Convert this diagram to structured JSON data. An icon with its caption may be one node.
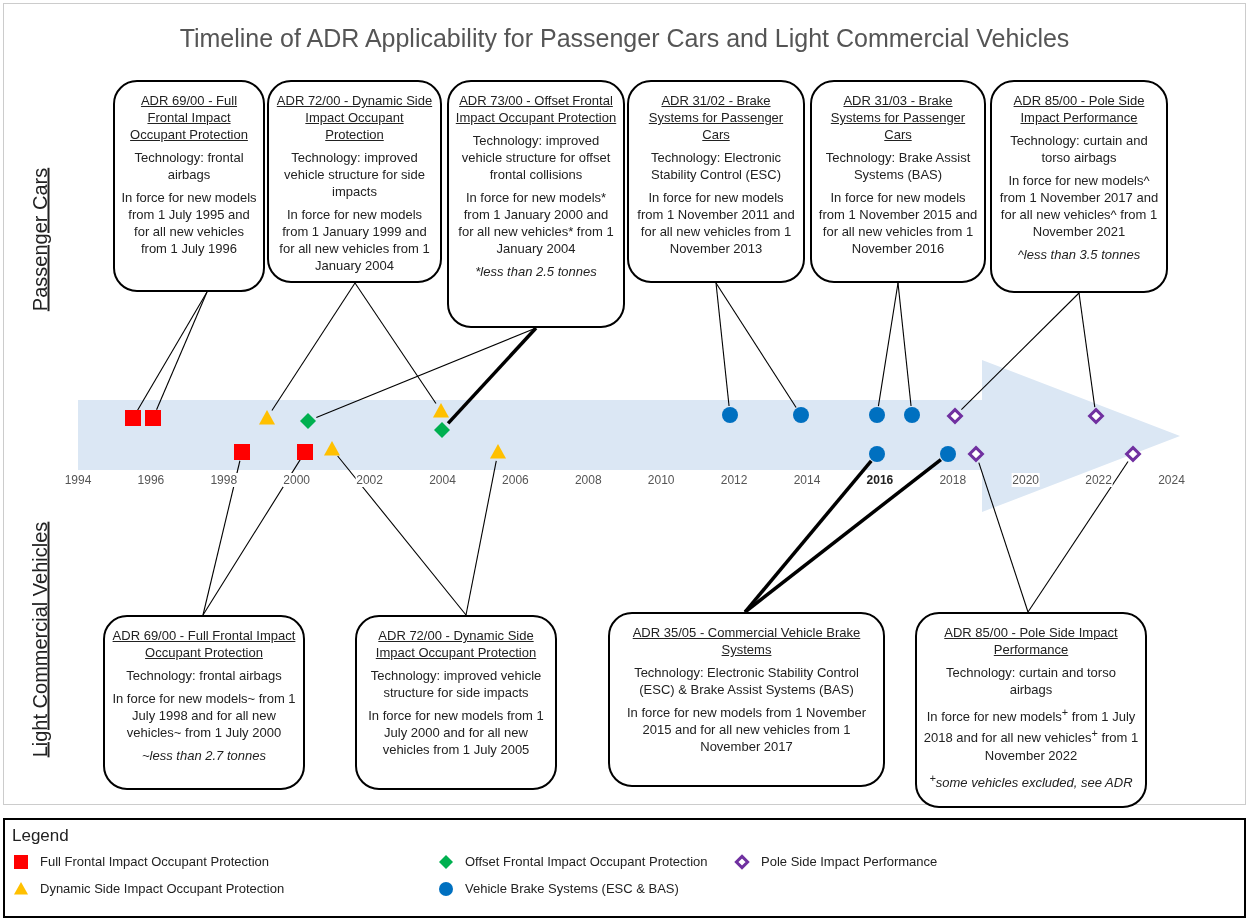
{
  "diagram": {
    "title": "Timeline of ADR Applicability for Passenger Cars and Light Commercial Vehicles",
    "nodes": [
      {
        "text": [
          "ADR 69/00 - Full Frontal Impact Occupant Protection",
          "Technology: frontal airbags",
          "In force for new models from 1 July 1995 and for all new vehicles from 1 July 1996"
        ]
      },
      {
        "text": [
          "ADR 72/00 - Dynamic Side Impact Occupant Protection",
          "Technology: improved vehicle structure for side impacts",
          "In force for new models from 1 January 1999 and for all new vehicles from 1 January 2004"
        ]
      },
      {
        "text": [
          "ADR 73/00 - Offset Frontal Impact Occupant Protection",
          "Technology: improved vehicle structure for offset frontal collisions",
          "In force for new models* from 1 January 2000 and for all new vehicles* from 1 January 2004",
          "*less than 2.5 tonnes"
        ]
      },
      {
        "text": [
          "ADR 31/02 - Brake Systems for Passenger Cars",
          "Technology: Electronic Stability Control (ESC)",
          "In force for new models from 1 November 2011 and for all new vehicles from 1 November 2013"
        ]
      },
      {
        "text": [
          "ADR 31/03 - Brake Systems for Passenger Cars",
          "Technology: Brake Assist Systems (BAS)",
          "In force for new models from 1 November 2015 and for all new vehicles from 1 November 2016"
        ]
      },
      {
        "text": [
          "ADR 85/00 - Pole Side Impact Performance",
          "Technology: curtain and torso airbags",
          "In force for new models^ from 1 November 2017 and for all new vehicles^ from 1 November 2021",
          "^less than 3.5 tonnes"
        ]
      },
      {
        "text": [],
        "shape": "square"
      },
      {
        "text": [],
        "shape": "square"
      },
      {
        "text": [],
        "shape": "square"
      },
      {
        "text": [],
        "shape": "triangle"
      },
      {
        "text": [],
        "shape": "square"
      },
      {
        "text": [],
        "shape": "diamond"
      },
      {
        "text": [],
        "shape": "triangle"
      },
      {
        "text": [],
        "shape": "triangle"
      },
      {
        "text": [],
        "shape": "diamond"
      },
      {
        "text": [],
        "shape": "triangle"
      },
      {
        "text": [],
        "shape": "circle"
      },
      {
        "text": [],
        "shape": "circle"
      },
      {
        "text": [],
        "shape": "circle"
      },
      {
        "text": [],
        "shape": "circle"
      },
      {
        "text": [],
        "shape": "circle"
      },
      {
        "text": [],
        "shape": "circle"
      },
      {
        "text": [],
        "shape": "diamond"
      },
      {
        "text": [],
        "shape": "diamond"
      },
      {
        "text": [],
        "shape": "diamond"
      },
      {
        "text": [],
        "shape": "diamond"
      },
      {
        "text": [
          "ADR 69/00 - Full Frontal Impact Occupant Protection",
          "Technology: frontal airbags",
          "In force for new models~ from 1 July 1998 and for all new vehicles~ from 1 July 2000",
          "~less than 2.7 tonnes"
        ]
      },
      {
        "text": [
          "ADR 72/00 - Dynamic Side Impact Occupant Protection",
          "Technology: improved vehicle structure for side impacts",
          "In force for new models from 1 July 2000 and for all new vehicles from 1 July 2005"
        ]
      },
      {
        "text": [
          "ADR 35/05 - Commercial Vehicle Brake Systems",
          "Technology: Electronic Stability Control (ESC) & Brake Assist Systems (BAS)",
          "In force for new models from 1 November 2015 and for all new vehicles from 1 November 2017"
        ]
      },
      {
        "text": [
          "ADR 85/00 - Pole Side Impact Performance",
          "Technology: curtain and torso airbags",
          "In force for new models$^{+}$ from 1 July 2018 and for all new vehicles$^{+}$ from 1 November 2022",
          "$^{+}$some vehicles excluded, see ADR"
        ]
      }
    ],
    "edges": [
      {
        "from": 0,
        "to": 6,
        "arrow": "none"
      },
      {
        "from": 0,
        "to": 7,
        "arrow": "none"
      },
      {
        "from": 1,
        "to": 9,
        "arrow": "none"
      },
      {
        "from": 1,
        "to": 13,
        "arrow": "none"
      },
      {
        "from": 2,
        "to": 11,
        "arrow": "none"
      },
      {
        "from": 2,
        "to": 14,
        "arrow": "none",
        "style": "thick"
      },
      {
        "from": 3,
        "to": 16,
        "arrow": "none"
      },
      {
        "from": 3,
        "to": 17,
        "arrow": "none"
      },
      {
        "from": 4,
        "to": 18,
        "arrow": "none"
      },
      {
        "from": 4,
        "to": 20,
        "arrow": "none"
      },
      {
        "from": 5,
        "to": 22,
        "arrow": "none"
      },
      {
        "from": 5,
        "to": 24,
        "arrow": "none"
      },
      {
        "from": 26,
        "to": 8,
        "arrow": "none"
      },
      {
        "from": 26,
        "to": 10,
        "arrow": "none"
      },
      {
        "from": 27,
        "to": 12,
        "arrow": "none"
      },
      {
        "from": 27,
        "to": 15,
        "arrow": "none"
      },
      {
        "from": 28,
        "to": 19,
        "arrow": "none",
        "style": "thick"
      },
      {
        "from": 28,
        "to": 21,
        "arrow": "none",
        "style": "thick"
      },
      {
        "from": 29,
        "to": 23,
        "arrow": "none"
      },
      {
        "from": 29,
        "to": 25,
        "arrow": "none"
      }
    ],
    "labels": [
      "Passenger Cars",
      "1994",
      "1996",
      "1998",
      "2000",
      "2002",
      "2004",
      "2006",
      "2008",
      "2010",
      "2012",
      "2014",
      "2016",
      "2018",
      "2020",
      "2022",
      "2024",
      "Light Commercial Vehicles",
      "Legend"
    ],
    "legend": [
      {
        "text": "Full Frontal Impact Occupant Protection",
        "color": "#ff0000"
      },
      {
        "text": "Dynamic Side Impact Occupant Protection",
        "color": "#ffc000"
      },
      {
        "text": "Offset Frontal Impact Occupant Protection",
        "color": "#00b050"
      },
      {
        "text": "Vehicle Brake Systems (ESC & BAS)",
        "color": "#0070c0"
      },
      {
        "text": "Pole Side Impact Performance",
        "color": "#7030a0"
      }
    ]
  }
}
